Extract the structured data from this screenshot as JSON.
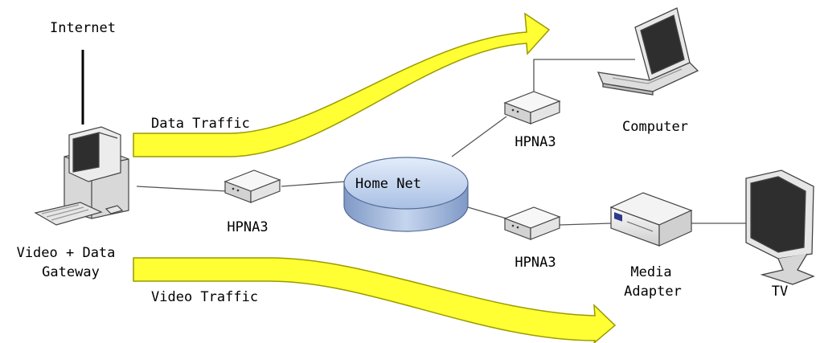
{
  "labels": {
    "internet": "Internet",
    "data_traffic": "Data Traffic",
    "video_traffic": "Video Traffic",
    "gateway_line1": "Video + Data",
    "gateway_line2": "Gateway",
    "hpna_left": "HPNA3",
    "hpna_top": "HPNA3",
    "hpna_bottom": "HPNA3",
    "home_net": "Home Net",
    "computer": "Computer",
    "media_line1": "Media",
    "media_line2": "Adapter",
    "tv": "TV"
  },
  "colors": {
    "arrow_fill": "#ffff33",
    "arrow_stroke": "#9a9a00",
    "cloud_fill": "#b9cbe8",
    "device_fill": "#f1f1f1",
    "device_stroke": "#444444"
  },
  "icons": {
    "gateway": "desktop-computer-icon",
    "laptop": "laptop-icon",
    "hpna": "network-adapter-icon",
    "media_adapter": "set-top-box-icon",
    "tv": "flat-monitor-icon"
  }
}
